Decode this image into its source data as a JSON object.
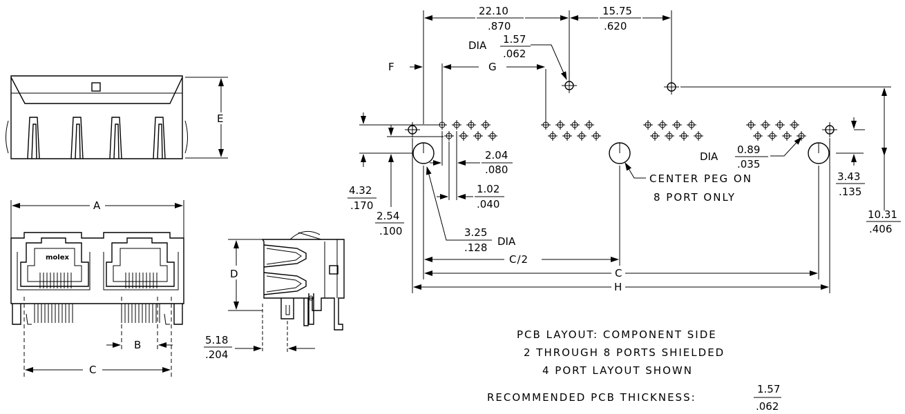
{
  "dims": {
    "w1": {
      "mm": "22.10",
      "in": ".870"
    },
    "w2": {
      "mm": "15.75",
      "in": ".620"
    },
    "top_dia": {
      "prefix": "DIA",
      "mm": "1.57",
      "in": ".062"
    },
    "pin_pitch": {
      "mm": "2.04",
      "in": ".080"
    },
    "pin_offset": {
      "mm": "1.02",
      "in": ".040"
    },
    "small_dia": {
      "prefix": "DIA",
      "mm": "0.89",
      "in": ".035"
    },
    "v1": {
      "mm": "4.32",
      "in": ".170"
    },
    "v2": {
      "mm": "2.54",
      "in": ".100"
    },
    "peg_dia": {
      "mm": "3.25",
      "in": ".128",
      "suffix": "DIA"
    },
    "v3": {
      "mm": "3.43",
      "in": ".135"
    },
    "v4": {
      "mm": "10.31",
      "in": ".406"
    },
    "side": {
      "mm": "5.18",
      "in": ".204"
    }
  },
  "letters": {
    "A": "A",
    "B": "B",
    "C": "C",
    "D": "D",
    "E": "E",
    "F": "F",
    "G": "G",
    "H": "H",
    "C2": "C/2"
  },
  "callouts": {
    "center_peg_1": "CENTER PEG ON",
    "center_peg_2": "8 PORT ONLY"
  },
  "brand": "molex",
  "notes": {
    "line1": "PCB LAYOUT: COMPONENT SIDE",
    "line2": "2 THROUGH 8 PORTS SHIELDED",
    "line3": "4 PORT LAYOUT SHOWN",
    "thickness_label": "RECOMMENDED PCB THICKNESS:",
    "thickness_mm": "1.57",
    "thickness_in": ".062"
  }
}
